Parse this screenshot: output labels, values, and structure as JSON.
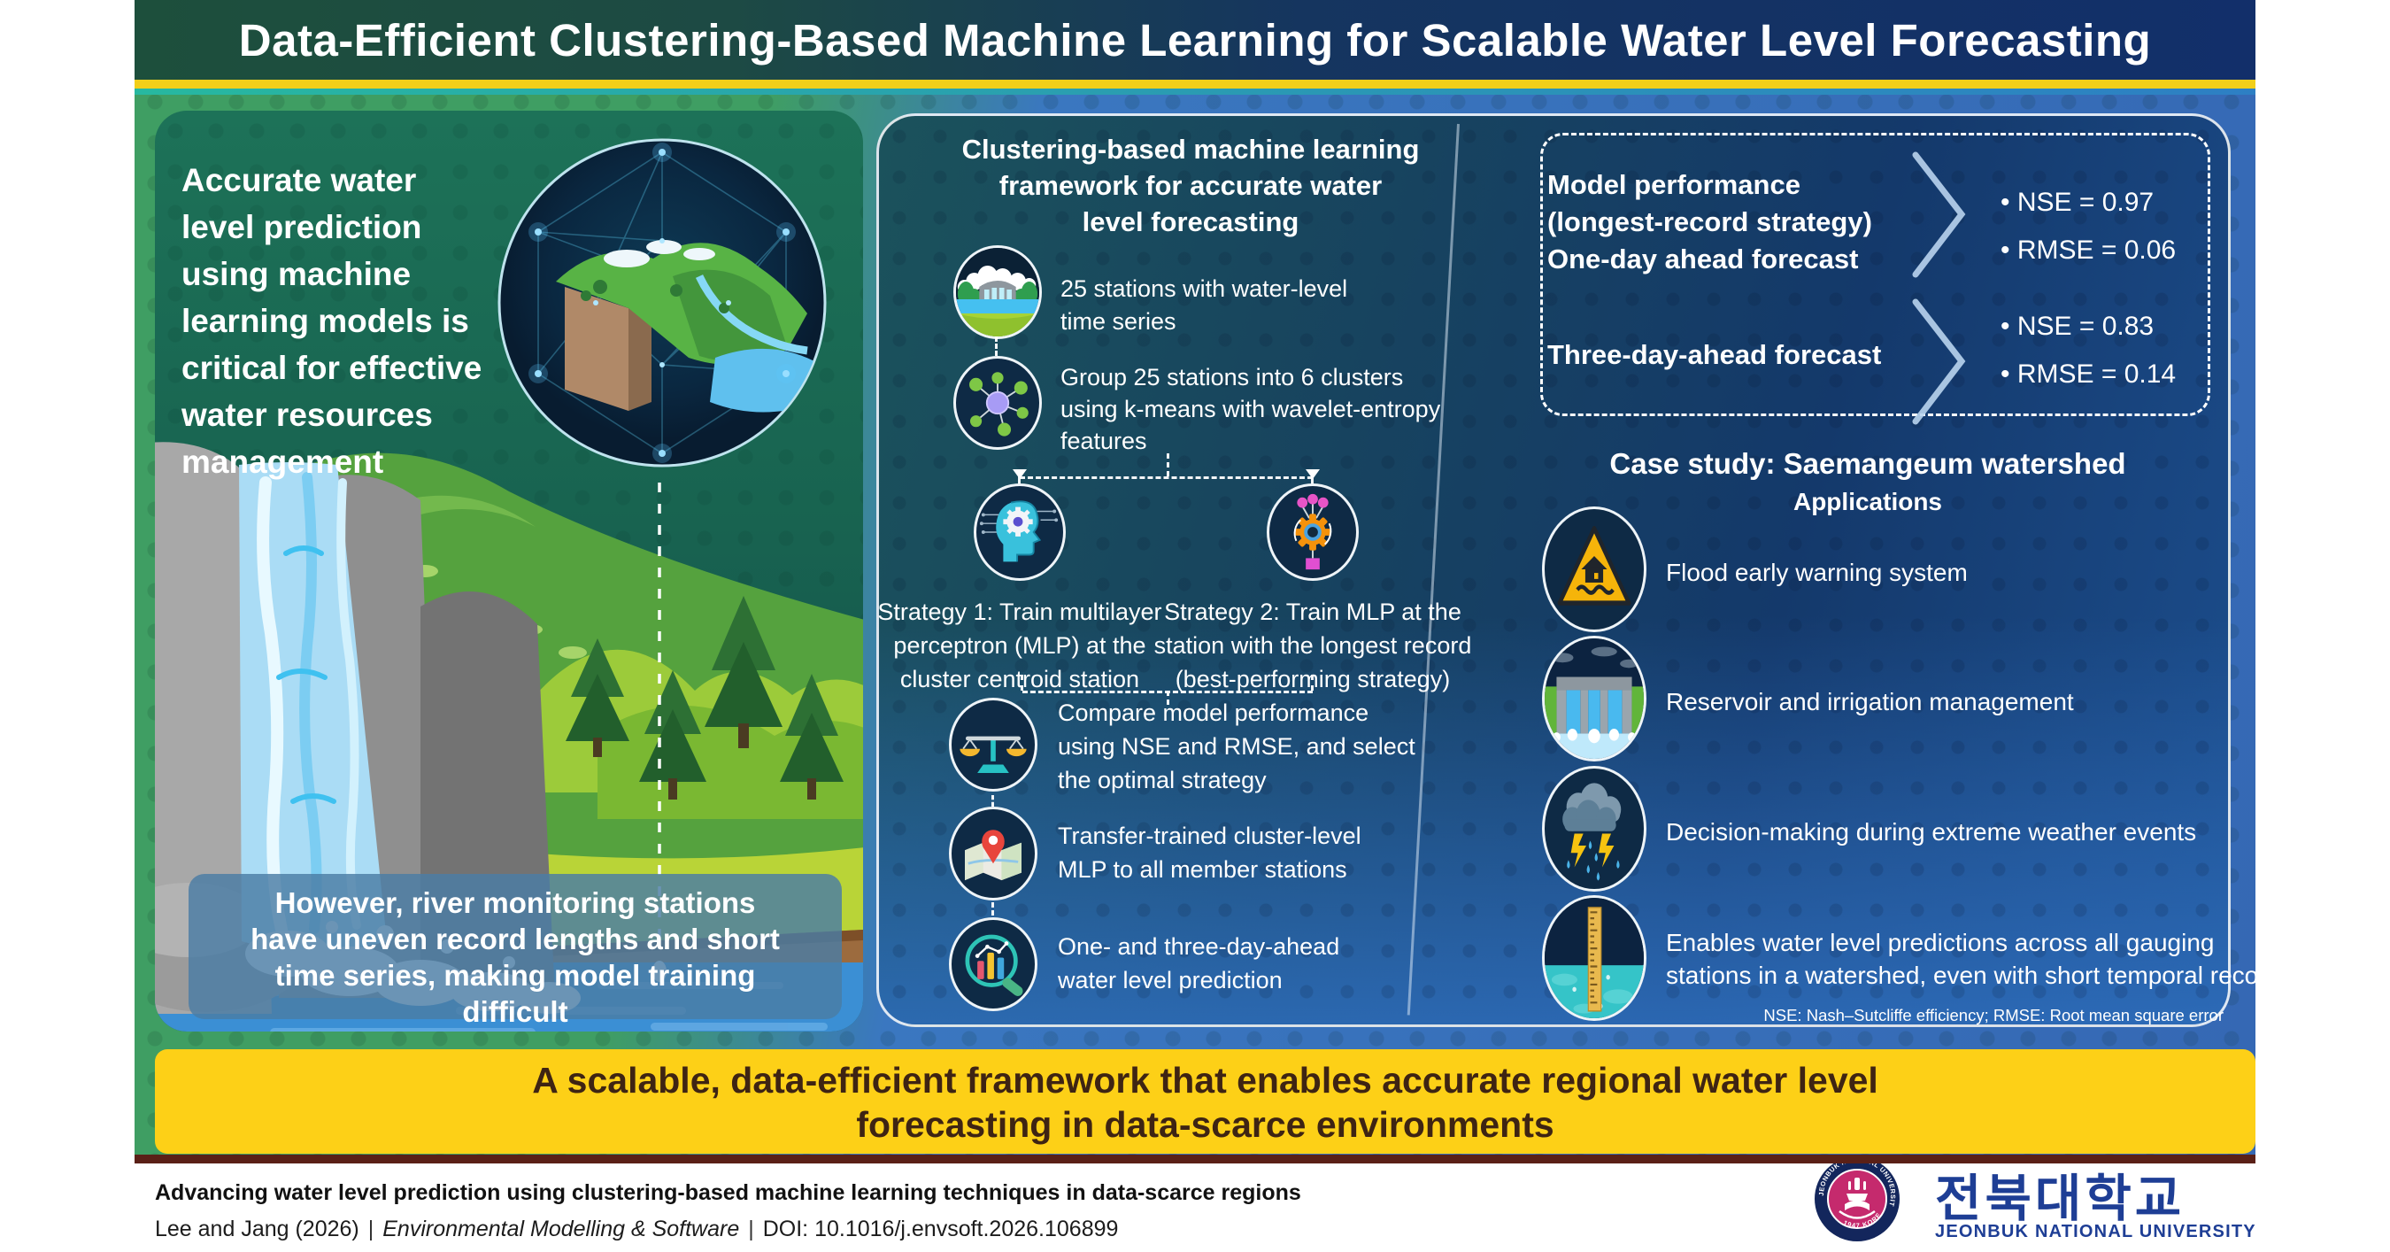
{
  "header": {
    "title": "Data-Efficient Clustering-Based Machine Learning for Scalable Water Level Forecasting"
  },
  "left": {
    "intro_lines": [
      "Accurate water",
      "level prediction",
      "using machine",
      "learning models is",
      "critical for effective",
      "water resources",
      "management"
    ],
    "problem_lines": [
      "However, river monitoring stations",
      "have uneven record lengths and short",
      "time series, making model training",
      "difficult"
    ]
  },
  "framework": {
    "title_lines": [
      "Clustering-based machine learning",
      "framework for accurate water",
      "level forecasting"
    ],
    "steps": {
      "stations": {
        "icon": "dam-station-icon",
        "lines": [
          "25 stations with water-level",
          "time series"
        ]
      },
      "cluster": {
        "icon": "cluster-network-icon",
        "lines": [
          "Group 25 stations into 6 clusters",
          "using k-means with wavelet-entropy",
          "features"
        ]
      },
      "compare": {
        "icon": "balance-scale-icon",
        "lines": [
          "Compare model performance",
          "using NSE and RMSE, and select",
          "the optimal strategy"
        ]
      },
      "transfer": {
        "icon": "map-pin-icon",
        "lines": [
          "Transfer-trained cluster-level",
          "MLP to all member stations"
        ]
      },
      "predict": {
        "icon": "chart-magnifier-icon",
        "lines": [
          "One- and three-day-ahead",
          "water level prediction"
        ]
      }
    },
    "strategies": {
      "s1": {
        "icon": "ai-head-icon",
        "lines": [
          "Strategy 1: Train multilayer",
          "perceptron (MLP) at the",
          "cluster centroid station"
        ]
      },
      "s2": {
        "icon": "gear-tuning-icon",
        "lines": [
          "Strategy 2: Train MLP at the",
          "station with the longest record",
          "(best-performing strategy)"
        ]
      }
    }
  },
  "results": {
    "one_day": {
      "title_lines": [
        "Model performance",
        "(longest-record strategy)",
        "One-day ahead forecast"
      ],
      "metrics": [
        "• NSE = 0.97",
        "• RMSE = 0.06"
      ]
    },
    "three_day": {
      "title": "Three-day-ahead forecast",
      "metrics": [
        "• NSE = 0.83",
        "• RMSE = 0.14"
      ]
    }
  },
  "case_study": {
    "title": "Case study: Saemangeum watershed",
    "subtitle": "Applications",
    "items": [
      {
        "icon": "flood-warning-icon",
        "lines": [
          "Flood early warning system",
          ""
        ]
      },
      {
        "icon": "reservoir-dam-icon",
        "lines": [
          "Reservoir and irrigation management",
          ""
        ]
      },
      {
        "icon": "storm-icon",
        "lines": [
          "Decision-making during extreme weather events",
          ""
        ]
      },
      {
        "icon": "water-gauge-icon",
        "lines": [
          "Enables water level predictions across all gauging",
          "stations in a watershed, even with short temporal records"
        ]
      }
    ],
    "footnote": "NSE: Nash–Sutcliffe efficiency; RMSE: Root mean square error"
  },
  "banner": {
    "lines": [
      "A scalable, data-efficient framework that enables accurate regional water level",
      "forecasting in data-scarce environments"
    ]
  },
  "footer": {
    "title": "Advancing water level prediction using clustering-based machine learning techniques in data-scarce regions",
    "authors": "Lee and Jang (2026)",
    "separator": "|",
    "journal": "Environmental Modelling & Software",
    "doi": "DOI: 10.1016/j.envsoft.2026.106899",
    "university_korean": "전북대학교",
    "university_english": "JEONBUK NATIONAL UNIVERSITY",
    "seal_year": "1947 KOREA"
  },
  "colors": {
    "header_green": "#1d4f3c",
    "header_navy": "#122f6a",
    "gold": "#f2cf19",
    "bg_green": "#3f9e63",
    "bg_blue": "#3a77c0",
    "panel_teal": "#1b525c",
    "panel_navy": "#14396b",
    "panel_bottom_blue": "#2f6fbe",
    "banner_yellow": "#fdd017",
    "banner_text": "#3e2413",
    "maroon": "#5a2017",
    "university_blue": "#1e3e95",
    "seal_magenta": "#c52a6d"
  }
}
